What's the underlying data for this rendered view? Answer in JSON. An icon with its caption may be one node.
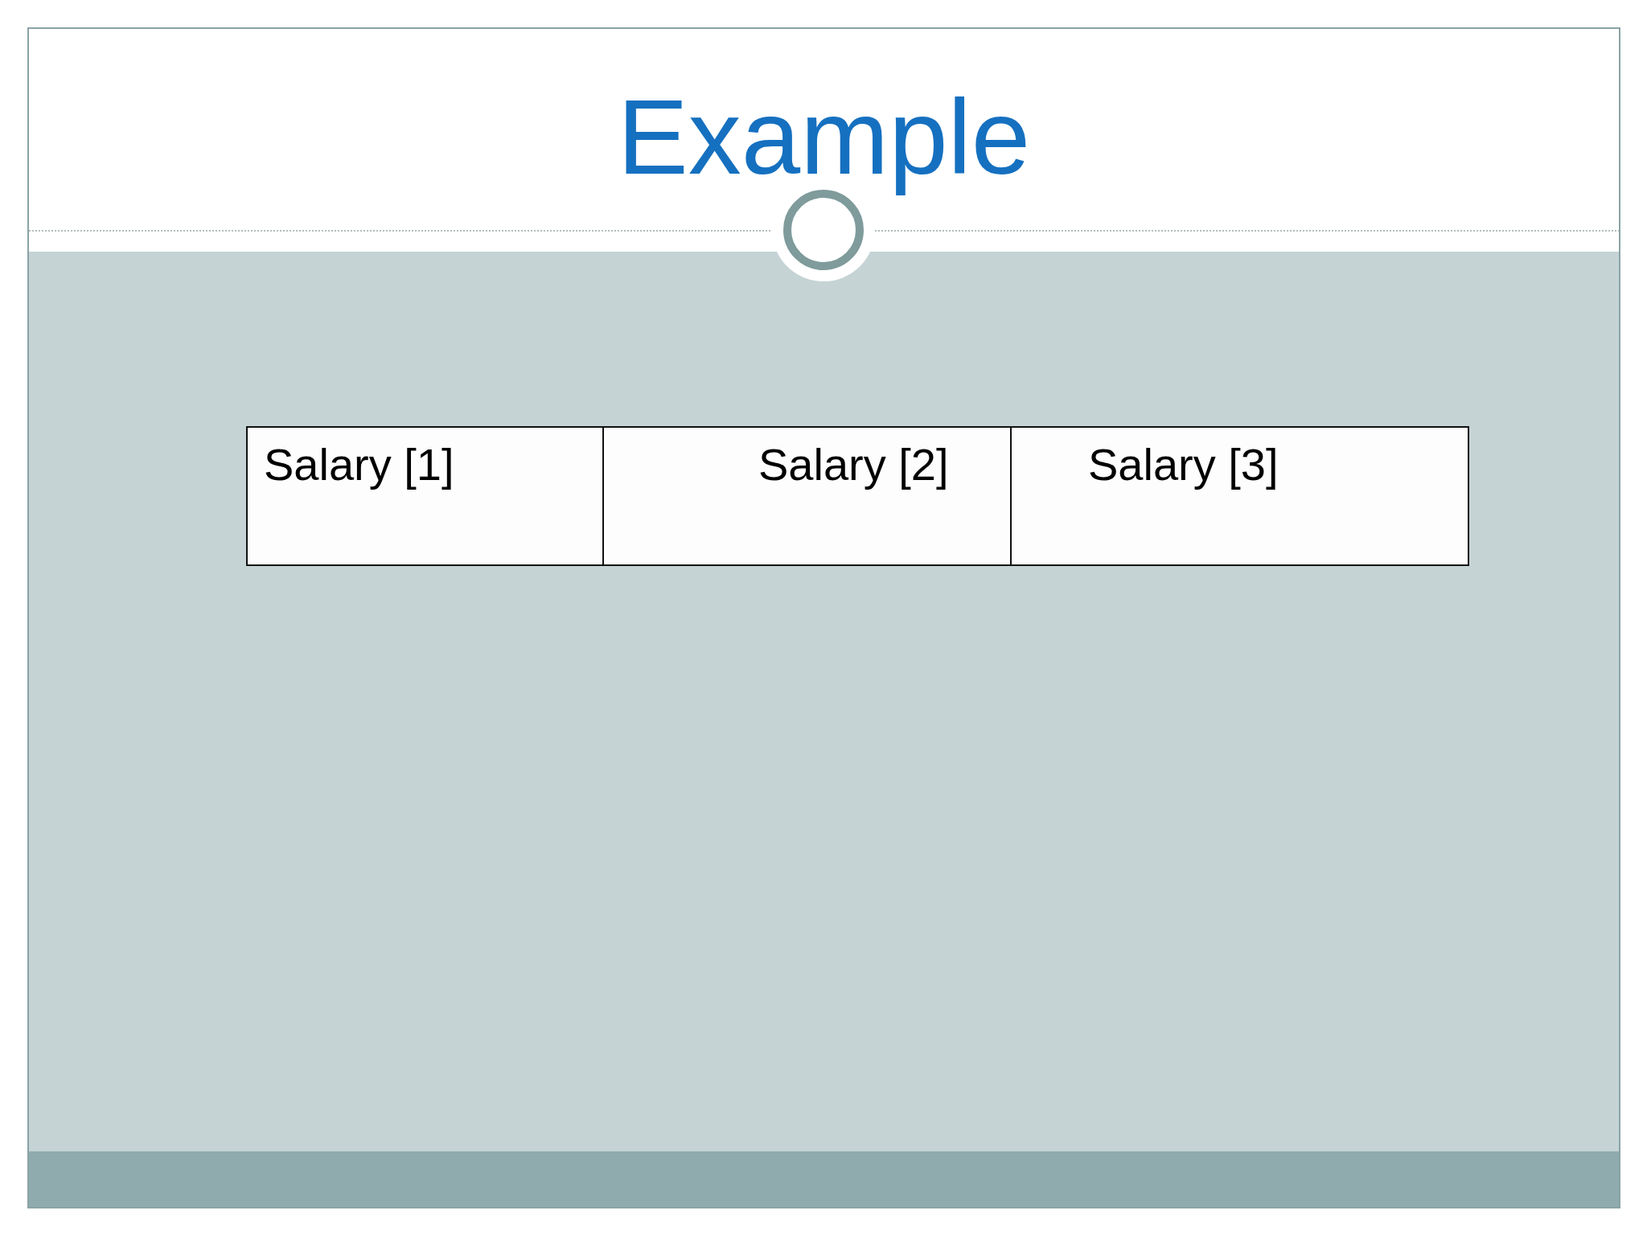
{
  "diagram": {
    "title": "Example",
    "labels": [
      "Salary [1]",
      "Salary [2]",
      "Salary [3]"
    ]
  }
}
